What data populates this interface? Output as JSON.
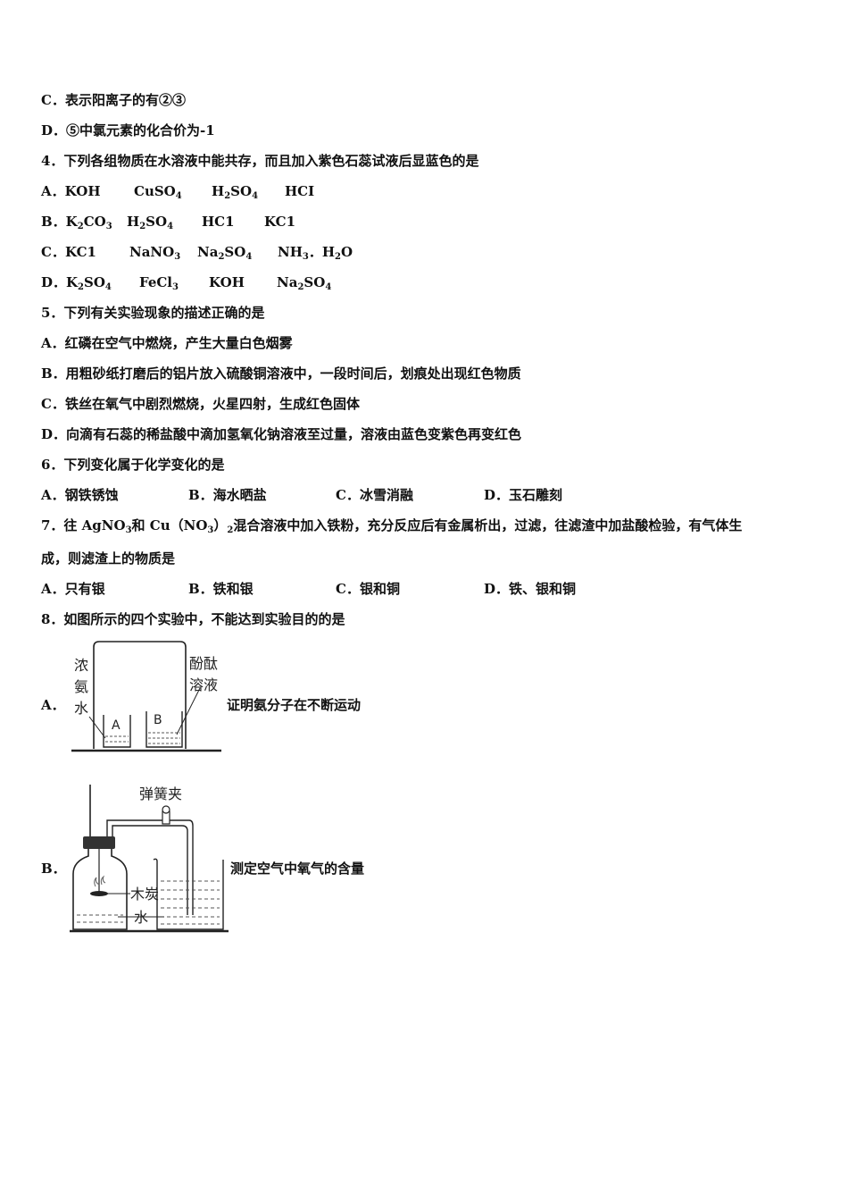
{
  "lines": {
    "l1": "C．表示阳离子的有②③",
    "l2": "D．⑤中氯元素的化合价为-1",
    "q4": "4．下列各组物质在水溶液中能共存，而且加入紫色石蕊试液后显蓝色的是",
    "q4a_label": "A．KOH",
    "q4a_2": "CuSO",
    "q4a_3": "H",
    "q4a_3b": "SO",
    "q4a_4": "HCI",
    "q4b_label": "B．K",
    "q4b_1b": "CO",
    "q4b_2": "H",
    "q4b_2b": "SO",
    "q4b_3": "HC1",
    "q4b_4": "KC1",
    "q4c_label": "C．KC1",
    "q4c_2": "NaNO",
    "q4c_3": "Na",
    "q4c_3b": "SO",
    "q4c_4": "NH",
    "q4c_4b": "．H",
    "q4c_4c": "O",
    "q4d_label": "D．K",
    "q4d_1b": "SO",
    "q4d_2": "FeCl",
    "q4d_3": "KOH",
    "q4d_4": "Na",
    "q4d_4b": "SO",
    "q5": "5．下列有关实验现象的描述正确的是",
    "q5a": "A．红磷在空气中燃烧，产生大量白色烟雾",
    "q5b": "B．用粗砂纸打磨后的铝片放入硫酸铜溶液中，一段时间后，划痕处出现红色物质",
    "q5c": "C．铁丝在氧气中剧烈燃烧，火星四射，生成红色固体",
    "q5d": "D．向滴有石蕊的稀盐酸中滴加氢氧化钠溶液至过量，溶液由蓝色变紫色再变红色",
    "q6": "6．下列变化属于化学变化的是",
    "q6a": "A．钢铁锈蚀",
    "q6b": "B．海水晒盐",
    "q6c": "C．冰雪消融",
    "q6d": "D．玉石雕刻",
    "q7_1": "7．往 AgNO",
    "q7_2": "和 Cu（NO",
    "q7_3": "）",
    "q7_4": "混合溶液中加入铁粉，充分反应后有金属析出，过滤，往滤渣中加盐酸检验，有气体生",
    "q7_cont": "成，则滤渣上的物质是",
    "q7a": "A．只有银",
    "q7b": "B．铁和银",
    "q7c": "C．银和铜",
    "q7d": "D．铁、银和铜",
    "q8": "8．如图所示的四个实验中，不能达到实验目的的是",
    "q8a_label": "A．",
    "q8a_cap": "证明氨分子在不断运动",
    "q8b_label": "B．",
    "q8b_cap": "测定空气中氧气的含量"
  },
  "subs": {
    "two": "2",
    "three": "3",
    "four": "4"
  },
  "figA": {
    "left1": "浓",
    "left2": "氨",
    "left3": "水",
    "right1": "酚酞",
    "right2": "溶液",
    "beakerA": "A",
    "beakerB": "B"
  },
  "figB": {
    "clamp": "弹簧夹",
    "charcoal": "木炭",
    "water": "水"
  }
}
